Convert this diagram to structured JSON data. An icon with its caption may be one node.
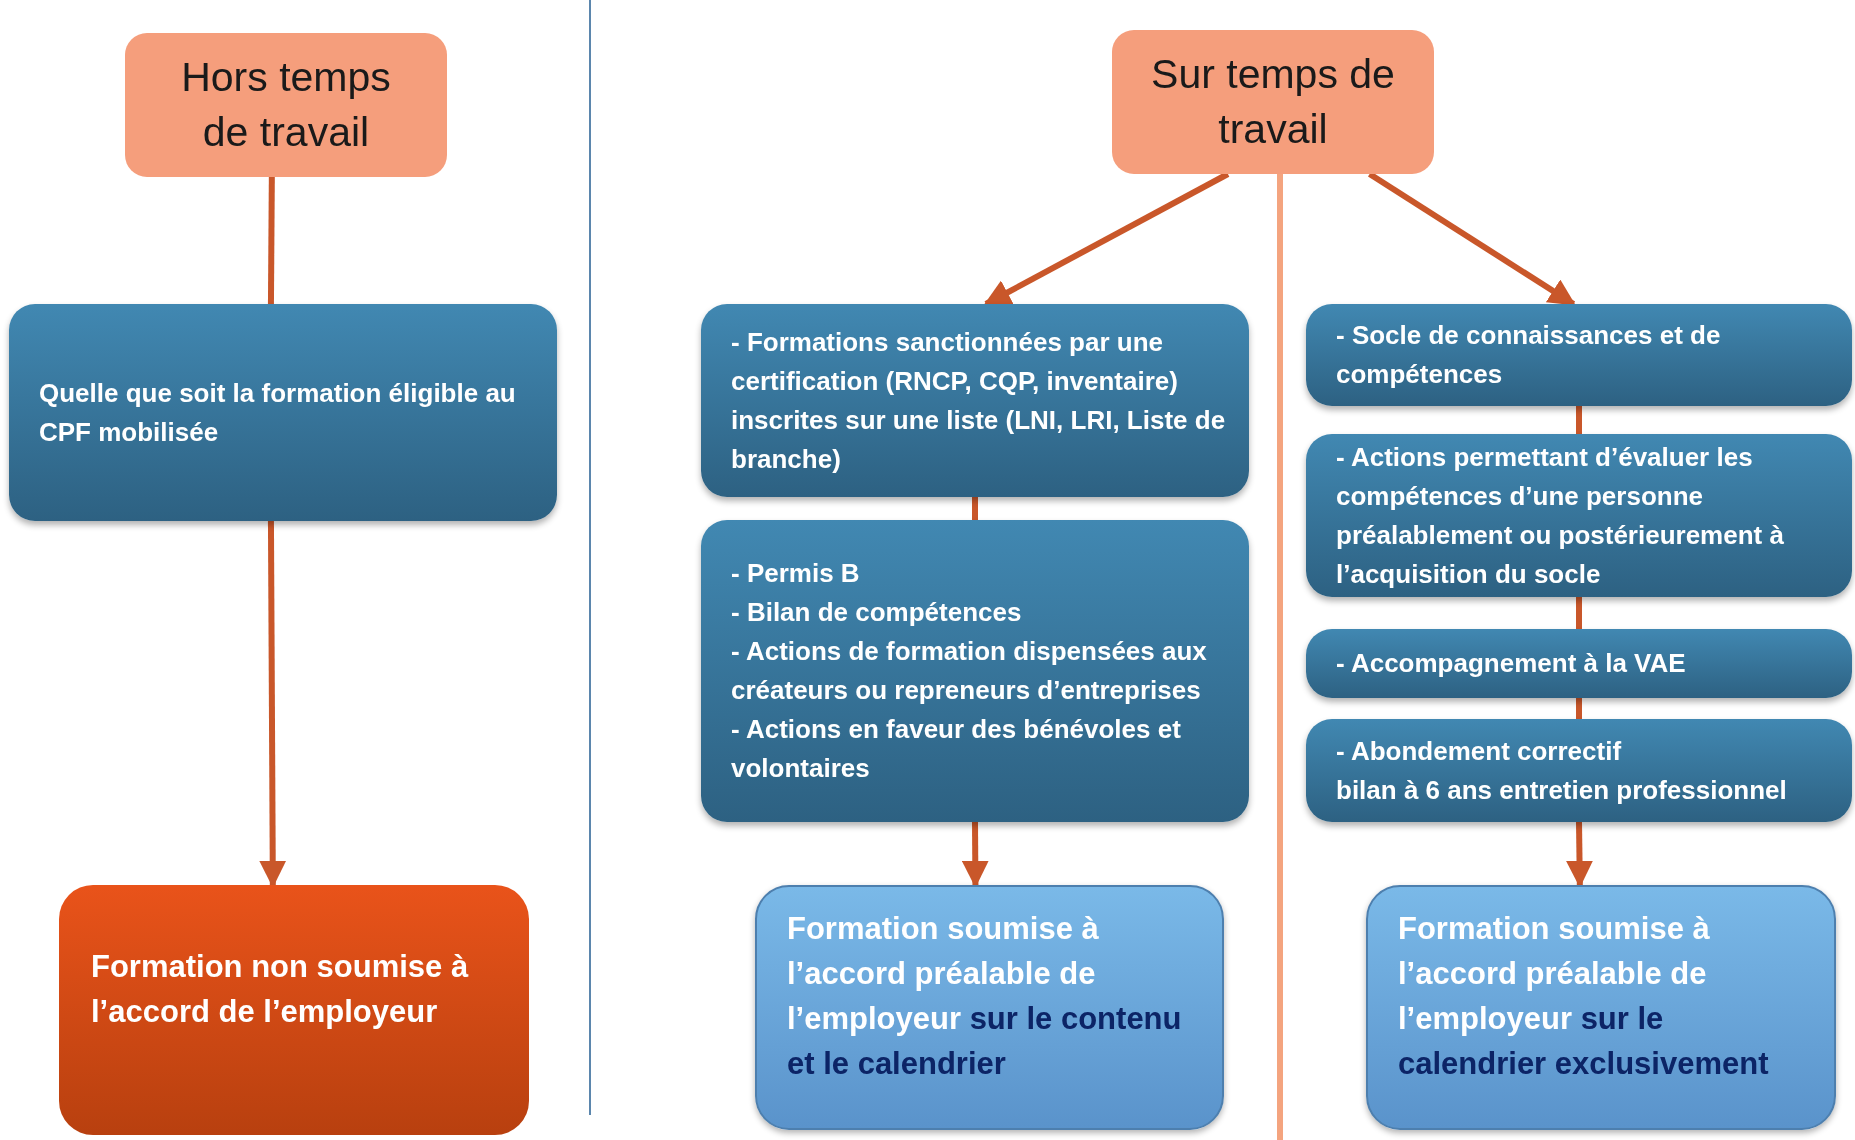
{
  "diagram": {
    "nodes": [
      {
        "text": [
          "Hors temps de travail"
        ]
      },
      {
        "text": [
          "Quelle que soit la formation éligible au  CPF mobilisée"
        ]
      },
      {
        "text": [
          "Formation non soumise à l’accord de l’employeur"
        ]
      },
      {
        "text": [
          "Sur temps de travail"
        ]
      },
      {
        "text": [
          "- Formations sanctionnées par une certification (RNCP, CQP, inventaire) inscrites sur une liste (LNI, LRI, Liste de branche)"
        ]
      },
      {
        "text": [
          "- Permis B",
          "- Bilan de compétences",
          "- Actions de formation dispensées aux créateurs ou repreneurs d’entreprises",
          "- Actions en faveur des bénévoles et volontaires"
        ]
      },
      {
        "text": [
          "Formation soumise à l’accord préalable de l’employeur",
          "sur le contenu et le calendrier"
        ]
      },
      {
        "text": [
          "- Socle de connaissances et de compétences"
        ]
      },
      {
        "text": [
          "- Actions permettant d’évaluer les compétences d’une personne préalablement ou postérieurement à l’acquisition du socle"
        ]
      },
      {
        "text": [
          "- Accompagnement à la VAE"
        ]
      },
      {
        "text": [
          "- Abondement correctif",
          "bilan à 6 ans entretien professionnel"
        ]
      },
      {
        "text": [
          "Formation soumise à l’accord préalable de l’employeur",
          "sur le calendrier exclusivement"
        ]
      }
    ],
    "edges": [
      {
        "from": 0,
        "to": 1,
        "arrow": "none"
      },
      {
        "from": 1,
        "to": 2,
        "arrow": "to"
      },
      {
        "from": 3,
        "to": 4,
        "arrow": "to"
      },
      {
        "from": 3,
        "to": 7,
        "arrow": "to"
      },
      {
        "from": 4,
        "to": 5,
        "arrow": "none"
      },
      {
        "from": 5,
        "to": 6,
        "arrow": "to"
      },
      {
        "from": 7,
        "to": 8,
        "arrow": "none"
      },
      {
        "from": 8,
        "to": 9,
        "arrow": "none"
      },
      {
        "from": 9,
        "to": 10,
        "arrow": "none"
      },
      {
        "from": 10,
        "to": 11,
        "arrow": "to"
      }
    ]
  }
}
